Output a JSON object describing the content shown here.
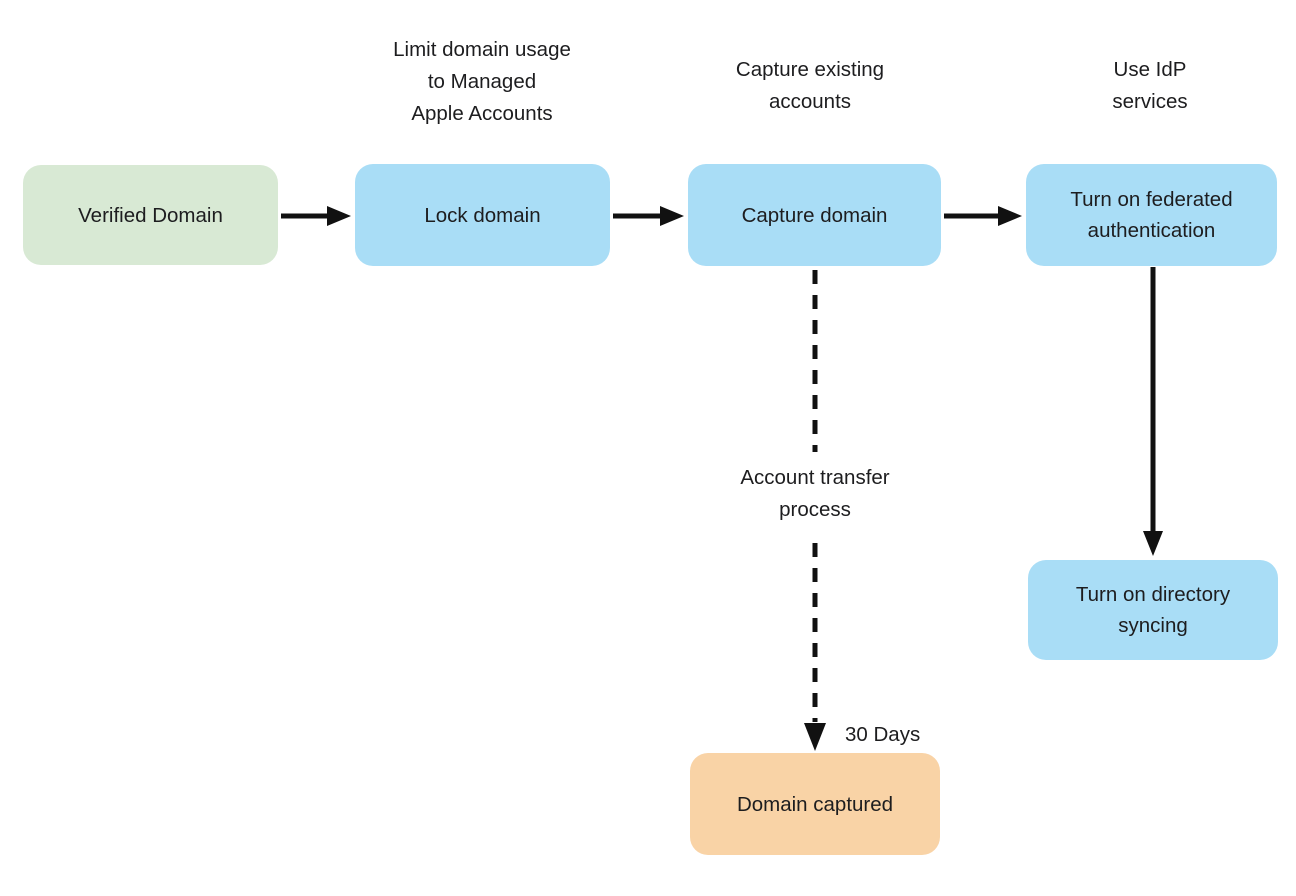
{
  "diagram": {
    "title_implicit": "Federated authentication domain capture flow",
    "background_color": "#ffffff",
    "text_color": "#1d1d1f",
    "arrow_color": "#111111",
    "node_colors": {
      "start_green": "#d8e9d4",
      "process_blue": "#a9ddf6",
      "result_orange": "#f9d3a6"
    },
    "nodes": {
      "verified_domain": {
        "label": "Verified Domain",
        "fill": "#d8e9d4"
      },
      "lock_domain": {
        "label": "Lock domain",
        "fill": "#a9ddf6"
      },
      "capture_domain": {
        "label": "Capture domain",
        "fill": "#a9ddf6"
      },
      "federated_auth": {
        "label": "Turn on federated authentication",
        "fill": "#a9ddf6"
      },
      "directory_syncing": {
        "label": "Turn on directory syncing",
        "fill": "#a9ddf6"
      },
      "domain_captured": {
        "label": "Domain captured",
        "fill": "#f9d3a6"
      }
    },
    "annotations": {
      "lock_note": "Limit domain usage\nto Managed\nApple Accounts",
      "capture_note": "Capture existing\naccounts",
      "idp_note": "Use IdP\nservices",
      "transfer_note": "Account transfer\nprocess",
      "duration_note": "30 Days"
    },
    "edges": [
      {
        "from": "verified_domain",
        "to": "lock_domain",
        "style": "solid"
      },
      {
        "from": "lock_domain",
        "to": "capture_domain",
        "style": "solid"
      },
      {
        "from": "capture_domain",
        "to": "federated_auth",
        "style": "solid"
      },
      {
        "from": "federated_auth",
        "to": "directory_syncing",
        "style": "solid"
      },
      {
        "from": "capture_domain",
        "to": "domain_captured",
        "style": "dashed",
        "note": "Account transfer process, 30 Days"
      }
    ]
  }
}
